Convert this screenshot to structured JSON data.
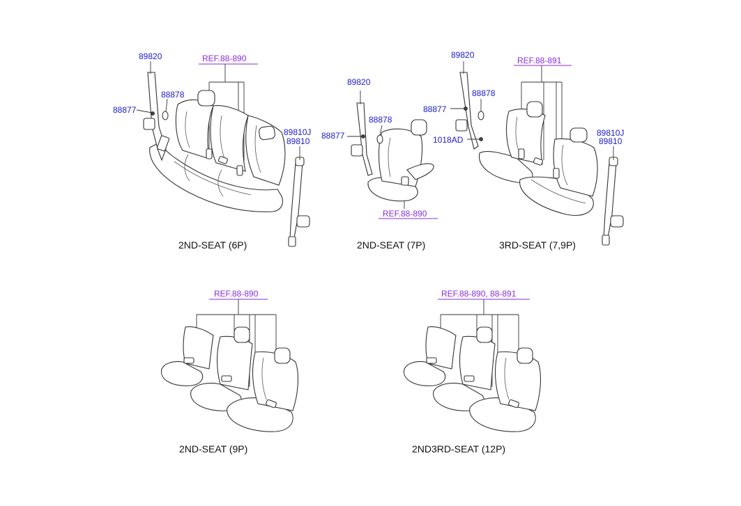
{
  "colors": {
    "part_number": "#1a1ad6",
    "reference": "#8a2be2",
    "caption": "#111111",
    "line_art": "#333333"
  },
  "groups": [
    {
      "caption": "2ND-SEAT (6P)",
      "reference": "REF.88-890",
      "parts": [
        "89820",
        "88878",
        "88877",
        "89810J",
        "89810"
      ]
    },
    {
      "caption": "2ND-SEAT (7P)",
      "reference": "REF.88-890",
      "parts": [
        "89820",
        "88878",
        "88877"
      ]
    },
    {
      "caption": "3RD-SEAT (7,9P)",
      "reference": "REF.88-891",
      "parts": [
        "89820",
        "88878",
        "88877",
        "1018AD",
        "89810J",
        "89810"
      ]
    },
    {
      "caption": "2ND-SEAT (9P)",
      "reference": "REF.88-890"
    },
    {
      "caption": "2ND3RD-SEAT (12P)",
      "reference": "REF.88-890, 88-891"
    }
  ]
}
